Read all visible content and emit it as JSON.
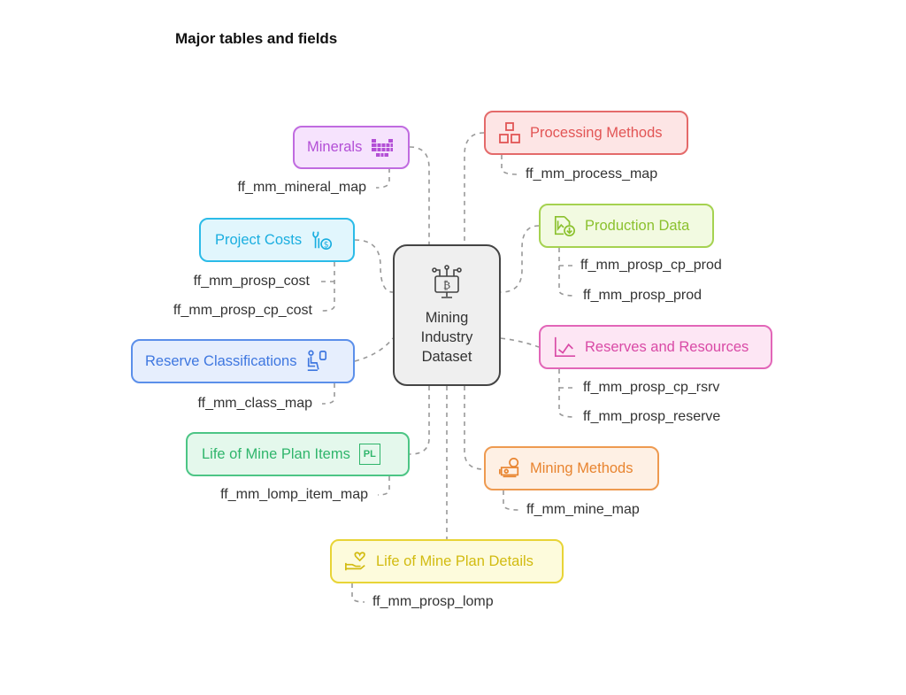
{
  "title": "Major tables and fields",
  "center": {
    "line1": "Mining",
    "line2": "Industry",
    "line3": "Dataset",
    "icon": "bitcoin-monitor-icon"
  },
  "nodes": {
    "minerals": {
      "label": "Minerals",
      "icon": "periodic-table-icon",
      "color": "#b34fd6",
      "fields": [
        "ff_mm_mineral_map"
      ]
    },
    "processing": {
      "label": "Processing Methods",
      "icon": "blocks-icon",
      "color": "#e25555",
      "fields": [
        "ff_mm_process_map"
      ]
    },
    "project_costs": {
      "label": "Project Costs",
      "icon": "wrench-dollar-icon",
      "color": "#1aaee0",
      "fields": [
        "ff_mm_prosp_cost",
        "ff_mm_prosp_cp_cost"
      ]
    },
    "production": {
      "label": "Production Data",
      "icon": "chart-download-icon",
      "color": "#8bc12e",
      "fields": [
        "ff_mm_prosp_cp_prod",
        "ff_mm_prosp_prod"
      ]
    },
    "reserve_class": {
      "label": "Reserve Classifications",
      "icon": "person-seat-icon",
      "color": "#3e77e0",
      "fields": [
        "ff_mm_class_map"
      ]
    },
    "reserves": {
      "label": "Reserves and Resources",
      "icon": "line-chart-icon",
      "color": "#d94aa6",
      "fields": [
        "ff_mm_prosp_cp_rsrv",
        "ff_mm_prosp_reserve"
      ]
    },
    "lomp_items": {
      "label": "Life of Mine Plan Items",
      "icon": "pl-badge-icon",
      "badge": "PL",
      "color": "#2fb56b",
      "fields": [
        "ff_mm_lomp_item_map"
      ]
    },
    "mining_methods": {
      "label": "Mining Methods",
      "icon": "mining-rig-icon",
      "color": "#e8842f",
      "fields": [
        "ff_mm_mine_map"
      ]
    },
    "lomp_details": {
      "label": "Life of Mine Plan Details",
      "icon": "hand-heart-icon",
      "color": "#d2bb10",
      "fields": [
        "ff_mm_prosp_lomp"
      ]
    }
  }
}
